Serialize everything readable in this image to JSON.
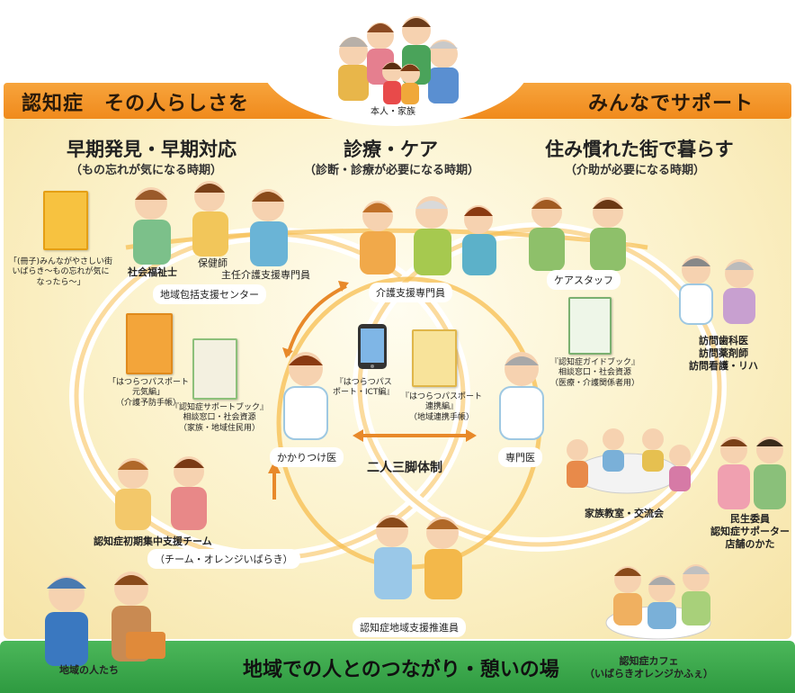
{
  "banner": {
    "left": "認知症　その人らしさを",
    "right": "みんなでサポート",
    "center_label": "本人・家族"
  },
  "phases": [
    {
      "title": "早期発見・早期対応",
      "subtitle": "（もの忘れが気になる時期）"
    },
    {
      "title": "診療・ケア",
      "subtitle": "（診断・診療が必要になる時期）"
    },
    {
      "title": "住み慣れた街で暮らす",
      "subtitle": "（介助が必要になる時期）"
    }
  ],
  "left_group": {
    "social_worker": "社会福祉士",
    "public_health_nurse": "保健師",
    "care_manager_chief": "主任介護支援専門員",
    "center": "地域包括支援センター",
    "booklet_caption": "「(冊子)みんながやさしい街\nいばらき～もの忘れが気に\nなったら～」"
  },
  "passports": {
    "genki": "「はつらつパスポート\n元気編」\n（介護予防手帳）",
    "support_book": "『認知症サポートブック』\n相談窓口・社会資源\n（家族・地域住民用）",
    "ict": "『はつらつパス\nポート・ICT編』",
    "renkei": "『はつらつパスポート\n連携編』\n（地域連携手帳）",
    "guide_book": "『認知症ガイドブック』\n相談窓口・社会資源\n（医療・介護関係者用）"
  },
  "center": {
    "care_manager": "介護支援専門員",
    "gp": "かかりつけ医",
    "specialist": "専門医",
    "tripod": "二人三脚体制"
  },
  "right_group": {
    "care_staff": "ケアスタッフ",
    "visiting": "訪問歯科医\n訪問薬剤師\n訪問看護・リハ",
    "family_class": "家族教室・交流会",
    "welfare": "民生委員\n認知症サポーター\n店舗のかた"
  },
  "bottom": {
    "initial_team": "認知症初期集中支援チーム",
    "initial_team_sub": "（チーム・オレンジいばらき）",
    "promoter": "認知症地域支援推進員",
    "locals": "地域の人たち",
    "main": "地域での人とのつながり・憩いの場",
    "cafe": "認知症カフェ\n（いばらきオレンジかふぇ）"
  },
  "colors": {
    "orange_banner": "#f08a1c",
    "green_bar": "#2e9a40",
    "path_orange": "#f5a623",
    "arrow_orange": "#e8892a"
  }
}
